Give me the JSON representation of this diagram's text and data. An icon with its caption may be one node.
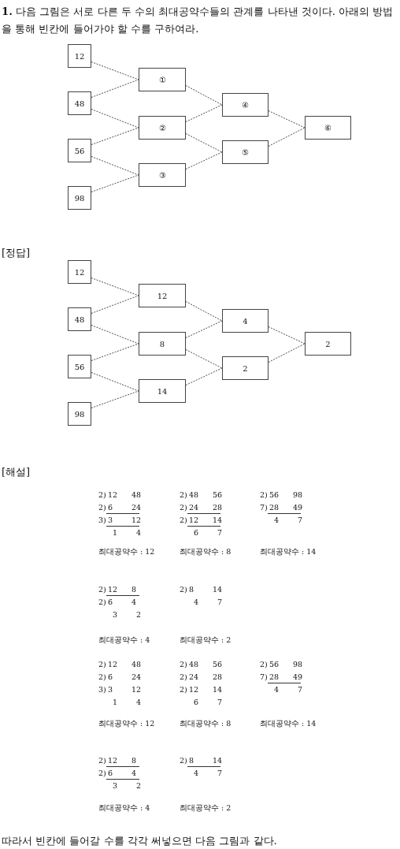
{
  "diagram": {
    "title": "**1.** 다음 그림은 서로 다른 두 수의 최대공약수들의 관계를 나타낸 것이다. 아래의 방법을 통해 빈칸에 들어가야 할 수를 구하여라.",
    "nodes": [
      {
        "text": [
          "12"
        ]
      },
      {
        "text": [
          "48"
        ]
      },
      {
        "text": [
          "56"
        ]
      },
      {
        "text": [
          "98"
        ]
      },
      {
        "text": [
          "①"
        ]
      },
      {
        "text": [
          "②"
        ]
      },
      {
        "text": [
          "③"
        ]
      },
      {
        "text": [
          "④"
        ]
      },
      {
        "text": [
          "⑤"
        ]
      },
      {
        "text": [
          "⑥"
        ]
      },
      {
        "text": [
          "12"
        ]
      },
      {
        "text": [
          "48"
        ]
      },
      {
        "text": [
          "56"
        ]
      },
      {
        "text": [
          "98"
        ]
      },
      {
        "text": [
          "12"
        ]
      },
      {
        "text": [
          "8"
        ]
      },
      {
        "text": [
          "14"
        ]
      },
      {
        "text": [
          "4"
        ]
      },
      {
        "text": [
          "2"
        ]
      },
      {
        "text": [
          "2"
        ]
      }
    ],
    "edges": [
      {
        "from": 0,
        "to": 4,
        "arrow": "none",
        "style": "dashed"
      },
      {
        "from": 1,
        "to": 4,
        "arrow": "none",
        "style": "dashed"
      },
      {
        "from": 1,
        "to": 5,
        "arrow": "none",
        "style": "dashed"
      },
      {
        "from": 2,
        "to": 5,
        "arrow": "none",
        "style": "dashed"
      },
      {
        "from": 2,
        "to": 6,
        "arrow": "none",
        "style": "dashed"
      },
      {
        "from": 3,
        "to": 6,
        "arrow": "none",
        "style": "dashed"
      },
      {
        "from": 4,
        "to": 7,
        "arrow": "none",
        "style": "dashed"
      },
      {
        "from": 5,
        "to": 7,
        "arrow": "none",
        "style": "dashed"
      },
      {
        "from": 5,
        "to": 8,
        "arrow": "none",
        "style": "dashed"
      },
      {
        "from": 6,
        "to": 8,
        "arrow": "none",
        "style": "dashed"
      },
      {
        "from": 7,
        "to": 9,
        "arrow": "none",
        "style": "dashed"
      },
      {
        "from": 8,
        "to": 9,
        "arrow": "none",
        "style": "dashed"
      },
      {
        "from": 10,
        "to": 14,
        "arrow": "none",
        "style": "dashed"
      },
      {
        "from": 11,
        "to": 14,
        "arrow": "none",
        "style": "dashed"
      },
      {
        "from": 11,
        "to": 15,
        "arrow": "none",
        "style": "dashed"
      },
      {
        "from": 12,
        "to": 15,
        "arrow": "none",
        "style": "dashed"
      },
      {
        "from": 12,
        "to": 16,
        "arrow": "none",
        "style": "dashed"
      },
      {
        "from": 13,
        "to": 16,
        "arrow": "none",
        "style": "dashed"
      },
      {
        "from": 14,
        "to": 17,
        "arrow": "none",
        "style": "dashed"
      },
      {
        "from": 15,
        "to": 17,
        "arrow": "none",
        "style": "dashed"
      },
      {
        "from": 15,
        "to": 18,
        "arrow": "none",
        "style": "dashed"
      },
      {
        "from": 16,
        "to": 18,
        "arrow": "none",
        "style": "dashed"
      },
      {
        "from": 17,
        "to": 19,
        "arrow": "none",
        "style": "dashed"
      },
      {
        "from": 18,
        "to": 19,
        "arrow": "none",
        "style": "dashed"
      }
    ],
    "labels": [
      "[정답]",
      "[해설]",
      "2)",
      "12",
      "48",
      "2)",
      "6",
      "24",
      "3)",
      "3",
      "12",
      "1",
      "4",
      "2)",
      "48",
      "56",
      "2)",
      "24",
      "28",
      "2)",
      "12",
      "14",
      "6",
      "7",
      "2)",
      "56",
      "98",
      "7)",
      "28",
      "49",
      "4",
      "7",
      "최대공약수 : 12",
      "최대공약수 : 8",
      "최대공약수 : 14",
      "2)",
      "12",
      "8",
      "2)",
      "6",
      "4",
      "3",
      "2",
      "2)",
      "8",
      "14",
      "4",
      "7",
      "최대공약수 : 4",
      "최대공약수 : 2",
      "2)",
      "12",
      "48",
      "2)",
      "6",
      "24",
      "3)",
      "3",
      "12",
      "1",
      "4",
      "2)",
      "48",
      "56",
      "2)",
      "24",
      "28",
      "2)",
      "12",
      "14",
      "6",
      "7",
      "2)",
      "56",
      "98",
      "7)",
      "28",
      "49",
      "4",
      "7",
      "최대공약수 : 12",
      "최대공약수 : 8",
      "최대공약수 : 14",
      "2)",
      "12",
      "8",
      "2)",
      "6",
      "4",
      "3",
      "2",
      "2)",
      "8",
      "14",
      "4",
      "7",
      "최대공약수 : 4",
      "최대공약수 : 2",
      "따라서 빈칸에 들어갈 수를 각각 써넣으면 다음 그림과 같다."
    ]
  }
}
